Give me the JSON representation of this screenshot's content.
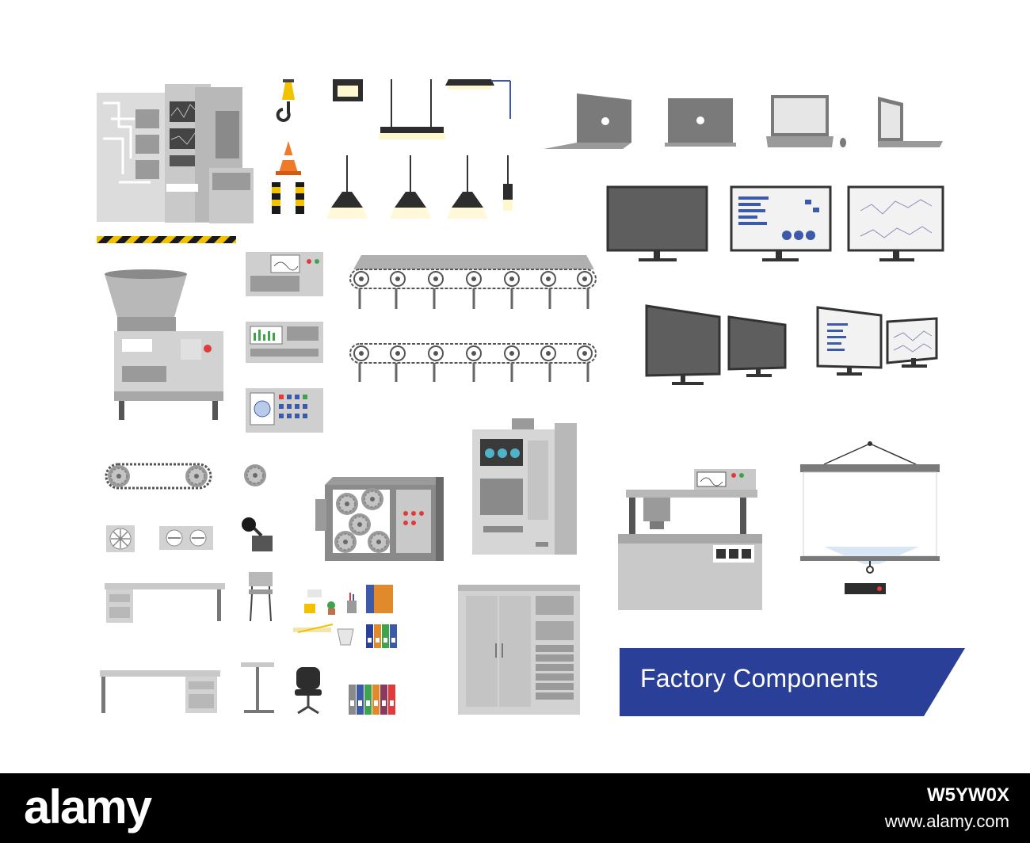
{
  "banner": {
    "title": "Factory Components",
    "color": "#2a3f97"
  },
  "footer": {
    "brand": "alamy",
    "image_id": "W5YW0X",
    "url": "www.alamy.com"
  },
  "palette": {
    "machine": "#c9c9c9",
    "machine_dark": "#a5a5a5",
    "screen": "#5e5e5e",
    "chart_blue": "#3d5aa8",
    "hazard_yellow": "#f2c200",
    "cone_orange": "#ef7a2a",
    "lamp_glow": "#fff7d0"
  },
  "icons": [
    "control-cabinet-icon",
    "crane-hook-icon",
    "traffic-cone-icon",
    "barrier-post-icon",
    "ceiling-lamp-icon",
    "pendant-lamp-icon",
    "laptop-icon",
    "computer-mouse-icon",
    "monitor-icon",
    "dashboard-monitor-icon",
    "hopper-machine-icon",
    "control-panel-icon",
    "conveyor-belt-icon",
    "gear-icon",
    "ventilation-fan-icon",
    "joystick-icon",
    "gearbox-machine-icon",
    "server-cabinet-icon",
    "desk-icon",
    "chair-icon",
    "office-chair-icon",
    "ring-binder-icon",
    "filing-cabinet-icon",
    "lab-workstation-icon",
    "projector-screen-icon",
    "projector-icon"
  ]
}
